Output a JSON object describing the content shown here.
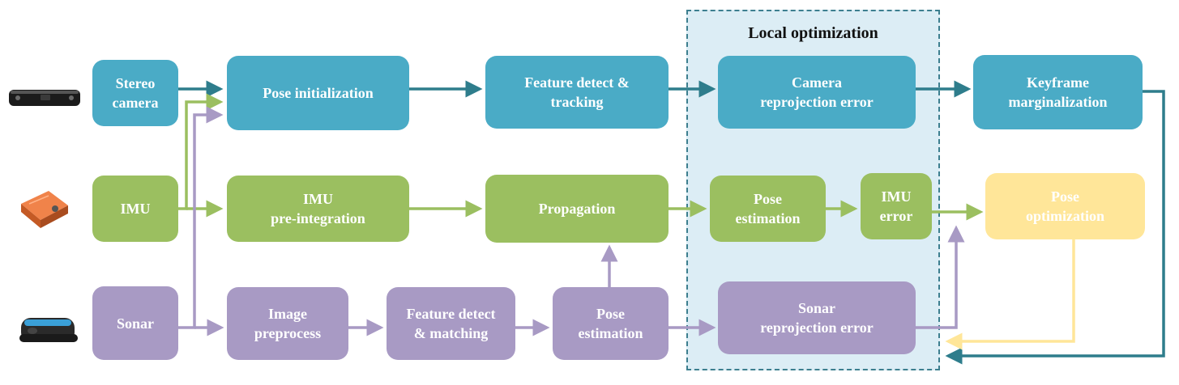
{
  "region": {
    "title": "Local optimization"
  },
  "nodes": {
    "stereo_camera": "Stereo\ncamera",
    "imu": "IMU",
    "sonar": "Sonar",
    "pose_initialization": "Pose initialization",
    "feature_detect_tracking": "Feature detect &\ntracking",
    "imu_preintegration": "IMU\npre-integration",
    "propagation": "Propagation",
    "image_preprocess": "Image\npreprocess",
    "feature_detect_matching": "Feature detect\n& matching",
    "sonar_pose_estimation": "Pose\nestimation",
    "camera_reprojection_error": "Camera\nreprojection error",
    "local_pose_estimation": "Pose\nestimation",
    "imu_error": "IMU\nerror",
    "sonar_reprojection_error": "Sonar\nreprojection error",
    "keyframe_marginalization": "Keyframe\nmarginalization",
    "pose_optimization": "Pose\noptimization"
  },
  "colors": {
    "camera_stream": "#4aabc6",
    "camera_arrow": "#2e7d8c",
    "imu_stream": "#9bbf60",
    "sonar_stream": "#a89ac4",
    "optimization": "#ffe699",
    "region_fill": "#dcedf5",
    "region_border": "#3d7f8f"
  },
  "icons": [
    "stereo-camera-icon",
    "imu-sensor-icon",
    "sonar-sensor-icon"
  ]
}
